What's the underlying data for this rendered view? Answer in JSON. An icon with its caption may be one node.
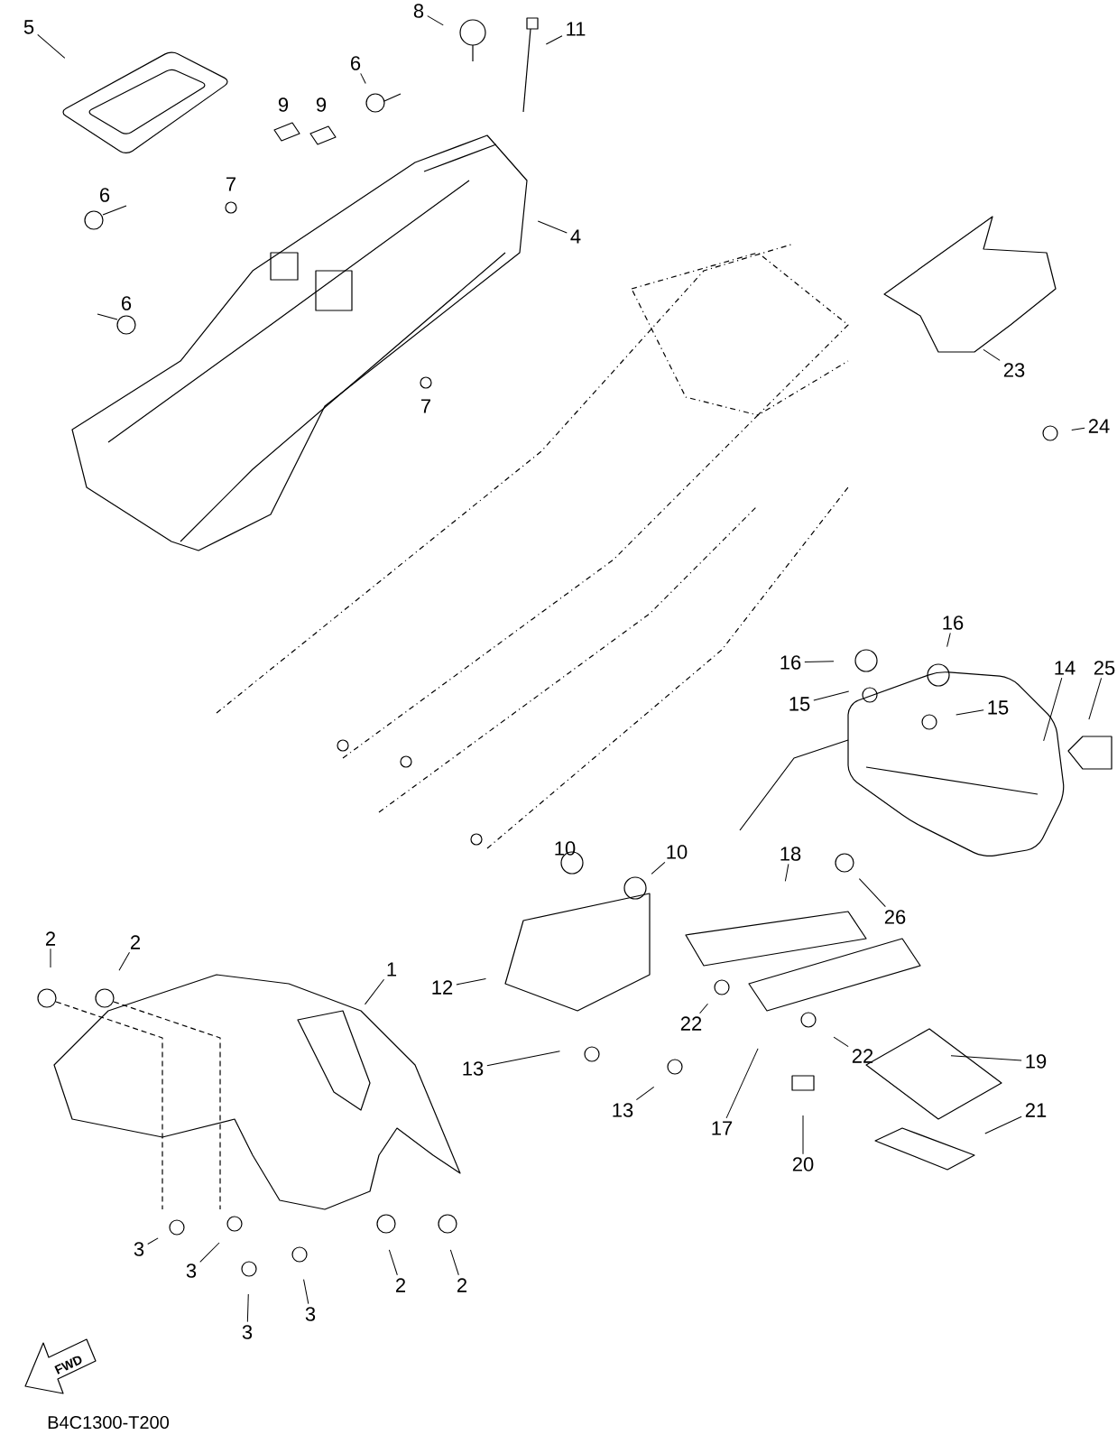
{
  "diagram": {
    "nodes": [
      {
        "text": [
          "5"
        ]
      },
      {
        "text": [
          "8"
        ]
      },
      {
        "text": [
          "11"
        ]
      },
      {
        "text": [
          "6"
        ]
      },
      {
        "text": [
          "4"
        ]
      },
      {
        "text": [
          "23"
        ]
      },
      {
        "text": [
          "24"
        ]
      },
      {
        "text": [
          "16"
        ]
      },
      {
        "text": [
          "16"
        ]
      },
      {
        "text": [
          "15"
        ]
      },
      {
        "text": [
          "15"
        ]
      },
      {
        "text": [
          "14"
        ]
      },
      {
        "text": [
          "25"
        ]
      },
      {
        "text": [
          "10"
        ]
      },
      {
        "text": [
          "18"
        ]
      },
      {
        "text": [
          "26"
        ]
      },
      {
        "text": [
          "2"
        ]
      },
      {
        "text": [
          "2"
        ]
      },
      {
        "text": [
          "1"
        ]
      },
      {
        "text": [
          "12"
        ]
      },
      {
        "text": [
          "22"
        ]
      },
      {
        "text": [
          "22"
        ]
      },
      {
        "text": [
          "19"
        ]
      },
      {
        "text": [
          "13"
        ]
      },
      {
        "text": [
          "13"
        ]
      },
      {
        "text": [
          "17"
        ]
      },
      {
        "text": [
          "20"
        ]
      },
      {
        "text": [
          "21"
        ]
      },
      {
        "text": [
          "3"
        ]
      },
      {
        "text": [
          "3"
        ]
      },
      {
        "text": [
          "3"
        ]
      },
      {
        "text": [
          "3"
        ]
      },
      {
        "text": [
          "2"
        ]
      },
      {
        "text": [
          "2"
        ]
      }
    ],
    "edges": [
      {
        "from": 0,
        "to": null,
        "arrow": "none"
      },
      {
        "from": 1,
        "to": null,
        "arrow": "none"
      },
      {
        "from": 2,
        "to": null,
        "arrow": "none"
      },
      {
        "from": 3,
        "to": null,
        "arrow": "none"
      },
      {
        "from": 4,
        "to": null,
        "arrow": "none"
      },
      {
        "from": 5,
        "to": null,
        "arrow": "none"
      },
      {
        "from": 6,
        "to": null,
        "arrow": "none"
      },
      {
        "from": 7,
        "to": null,
        "arrow": "none"
      },
      {
        "from": 8,
        "to": null,
        "arrow": "none"
      },
      {
        "from": 9,
        "to": null,
        "arrow": "none"
      },
      {
        "from": 10,
        "to": null,
        "arrow": "none"
      },
      {
        "from": 11,
        "to": null,
        "arrow": "none"
      },
      {
        "from": 12,
        "to": null,
        "arrow": "none"
      },
      {
        "from": 13,
        "to": null,
        "arrow": "none"
      },
      {
        "from": 14,
        "to": null,
        "arrow": "none"
      },
      {
        "from": 15,
        "to": null,
        "arrow": "none"
      },
      {
        "from": 16,
        "to": null,
        "arrow": "none"
      },
      {
        "from": 17,
        "to": null,
        "arrow": "none"
      },
      {
        "from": 18,
        "to": null,
        "arrow": "none"
      },
      {
        "from": 19,
        "to": null,
        "arrow": "none"
      },
      {
        "from": 20,
        "to": null,
        "arrow": "none"
      },
      {
        "from": 21,
        "to": null,
        "arrow": "none"
      },
      {
        "from": 22,
        "to": null,
        "arrow": "none"
      },
      {
        "from": 23,
        "to": null,
        "arrow": "none"
      },
      {
        "from": 24,
        "to": null,
        "arrow": "none"
      },
      {
        "from": 25,
        "to": null,
        "arrow": "none"
      },
      {
        "from": 26,
        "to": null,
        "arrow": "none"
      },
      {
        "from": 27,
        "to": null,
        "arrow": "none"
      },
      {
        "from": 28,
        "to": null,
        "arrow": "none"
      },
      {
        "from": 29,
        "to": null,
        "arrow": "none"
      },
      {
        "from": 30,
        "to": null,
        "arrow": "none"
      },
      {
        "from": 31,
        "to": null,
        "arrow": "none"
      },
      {
        "from": 32,
        "to": null,
        "arrow": "none"
      },
      {
        "from": 33,
        "to": null,
        "arrow": "none"
      }
    ],
    "labels": [
      "9",
      "9",
      "7",
      "6",
      "6",
      "7",
      "10",
      "FWD",
      "B4C1300-T200"
    ]
  }
}
